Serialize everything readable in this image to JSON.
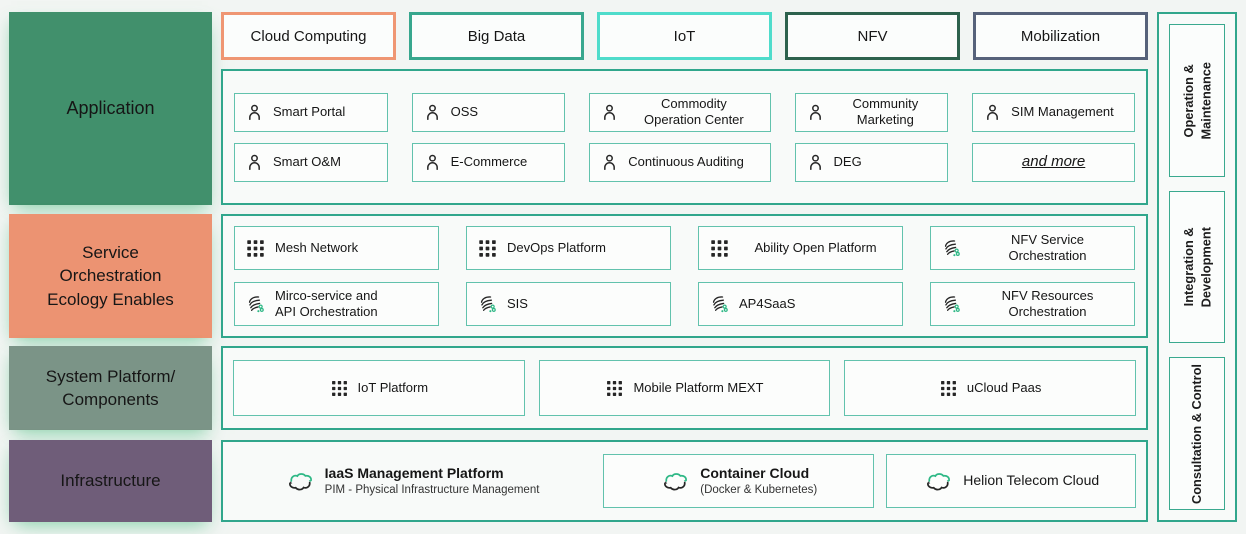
{
  "left_labels": [
    {
      "label": "Application",
      "bg": "#41906C"
    },
    {
      "label": "Service\nOrchestration\nEcology Enables",
      "bg": "#EC9372"
    },
    {
      "label": "System Platform/\nComponents",
      "bg": "#7B9487"
    },
    {
      "label": "Infrastructure",
      "bg": "#6F5D79"
    }
  ],
  "top_chips": [
    {
      "label": "Cloud Computing",
      "border": "#EF9673"
    },
    {
      "label": "Big Data",
      "border": "#38A78E"
    },
    {
      "label": "IoT",
      "border": "#4FDCCB"
    },
    {
      "label": "NFV",
      "border": "#2D624D"
    },
    {
      "label": "Mobilization",
      "border": "#56627A"
    }
  ],
  "application": {
    "items": [
      {
        "label": "Smart Portal"
      },
      {
        "label": "OSS"
      },
      {
        "label": "Commodity\nOperation Center"
      },
      {
        "label": "Community\nMarketing"
      },
      {
        "label": "SIM Management"
      },
      {
        "label": "Smart O&M"
      },
      {
        "label": "E-Commerce"
      },
      {
        "label": "Continuous Auditing"
      },
      {
        "label": "DEG"
      },
      {
        "label": "and more"
      }
    ]
  },
  "services": {
    "items": [
      {
        "label": "Mesh Network",
        "icon": "grid"
      },
      {
        "label": "DevOps Platform",
        "icon": "grid"
      },
      {
        "label": "Ability Open Platform",
        "icon": "grid"
      },
      {
        "label": "NFV Service\nOrchestration",
        "icon": "orchestration"
      },
      {
        "label": "Mirco-service and\nAPI Orchestration",
        "icon": "orchestration"
      },
      {
        "label": "SIS",
        "icon": "orchestration"
      },
      {
        "label": "AP4SaaS",
        "icon": "orchestration"
      },
      {
        "label": "NFV Resources\nOrchestration",
        "icon": "orchestration"
      }
    ]
  },
  "platform": {
    "items": [
      {
        "label": "IoT Platform",
        "icon": "grid"
      },
      {
        "label": "Mobile Platform MEXT",
        "icon": "grid"
      },
      {
        "label": "uCloud Paas",
        "icon": "grid"
      }
    ]
  },
  "infrastructure": {
    "items": [
      {
        "title": "IaaS Management Platform",
        "subtitle": "PIM - Physical Infrastructure Management",
        "icon": "cloud-sync"
      },
      {
        "title": "Container Cloud",
        "subtitle": "(Docker & Kubernetes)",
        "icon": "cloud-sync"
      },
      {
        "title": "Helion Telecom Cloud",
        "subtitle": "",
        "icon": "cloud-sync"
      }
    ]
  },
  "right_labels": [
    {
      "line1": "Operation &",
      "line2": "Maintenance"
    },
    {
      "line1": "Integration &",
      "line2": "Development"
    },
    {
      "line1": "Consultation & Control",
      "line2": ""
    }
  ],
  "colors": {
    "panel_border": "#31A68C",
    "item_border": "#62C2AD",
    "icon_green": "#2FB886",
    "icon_dark": "#262626"
  }
}
